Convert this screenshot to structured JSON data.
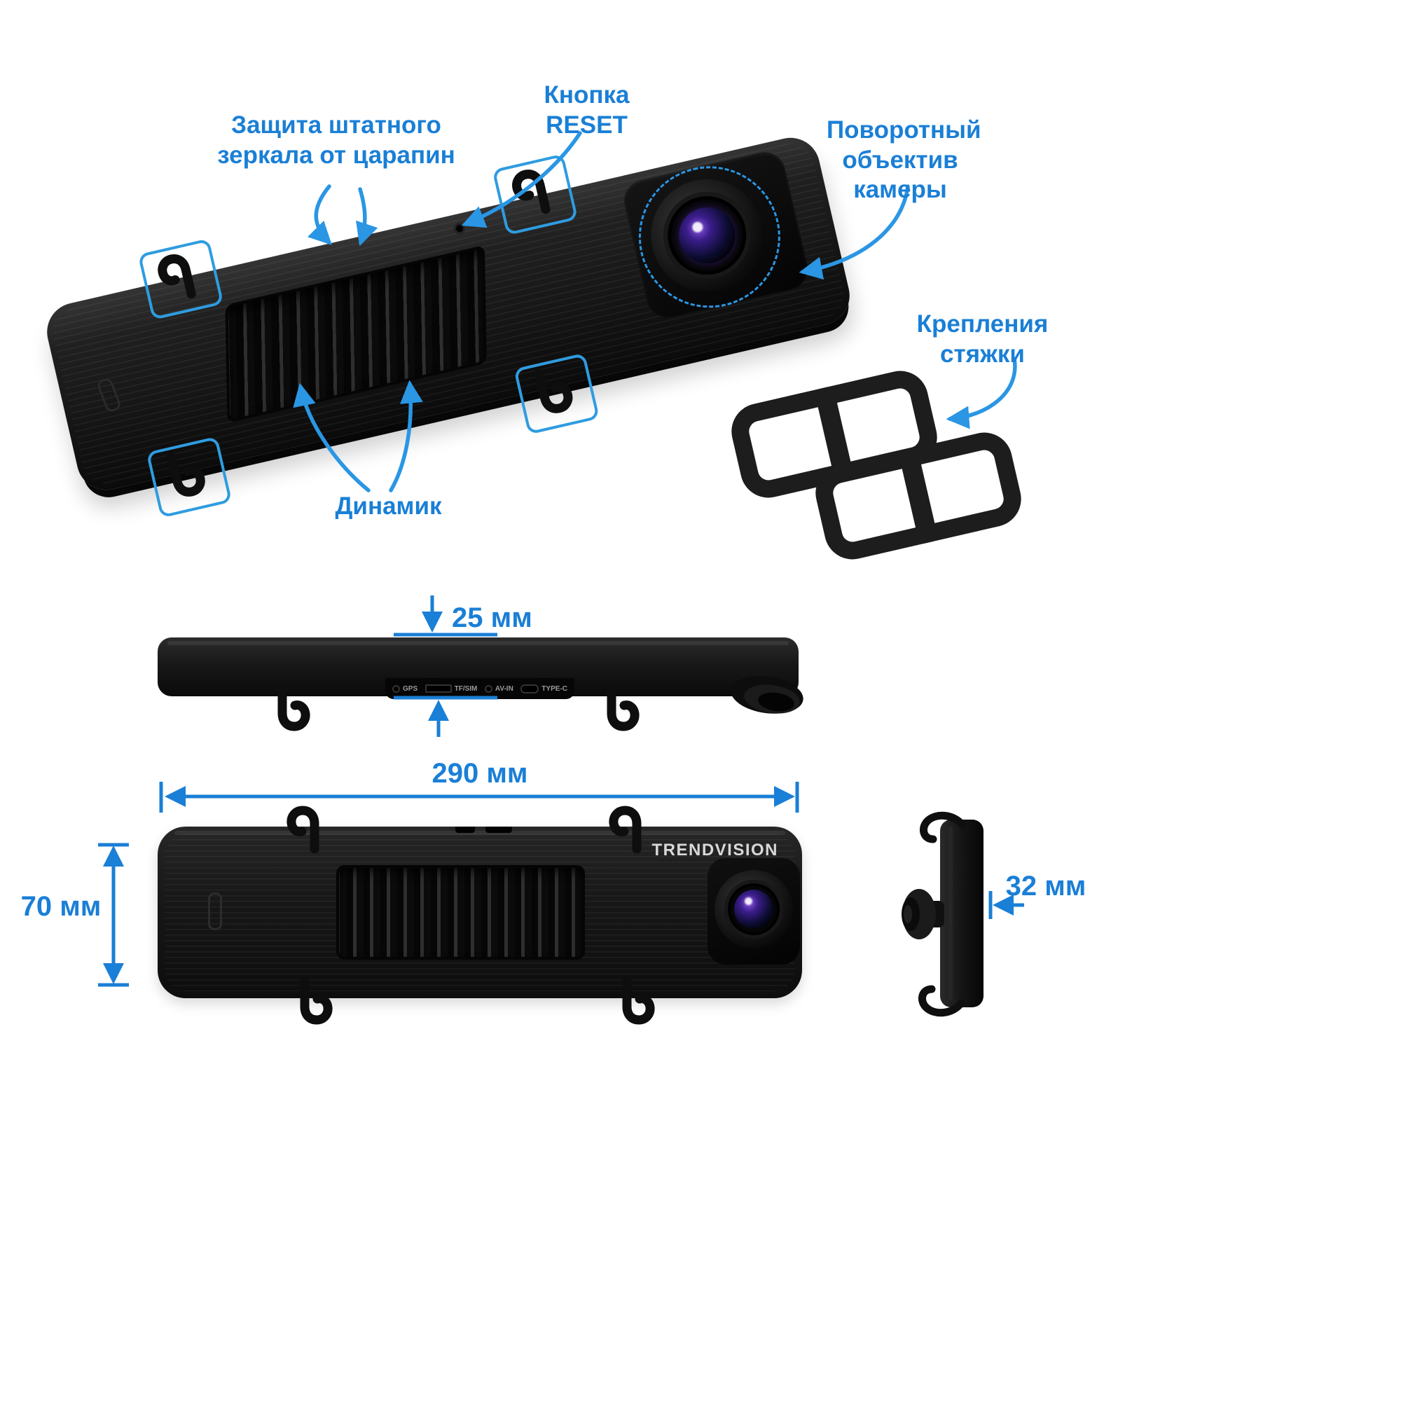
{
  "colors": {
    "accent": "#1a7fd6",
    "arrow": "#2a96e4",
    "highlight_box": "#2f9ce0"
  },
  "callouts": {
    "protection": "Защита штатного зеркала от царапин",
    "reset": "Кнопка RESET",
    "lens": "Поворотный объектив камеры",
    "straps": "Крепления стяжки",
    "speaker": "Динамик"
  },
  "dimensions": {
    "thickness": "25 мм",
    "width": "290 мм",
    "height": "70 мм",
    "depth": "32 мм"
  },
  "brand": "TRENDVISION",
  "ports": {
    "gps": "GPS",
    "card": "TF/SIM",
    "av_in": "AV-IN",
    "type_c": "TYPE-C"
  }
}
